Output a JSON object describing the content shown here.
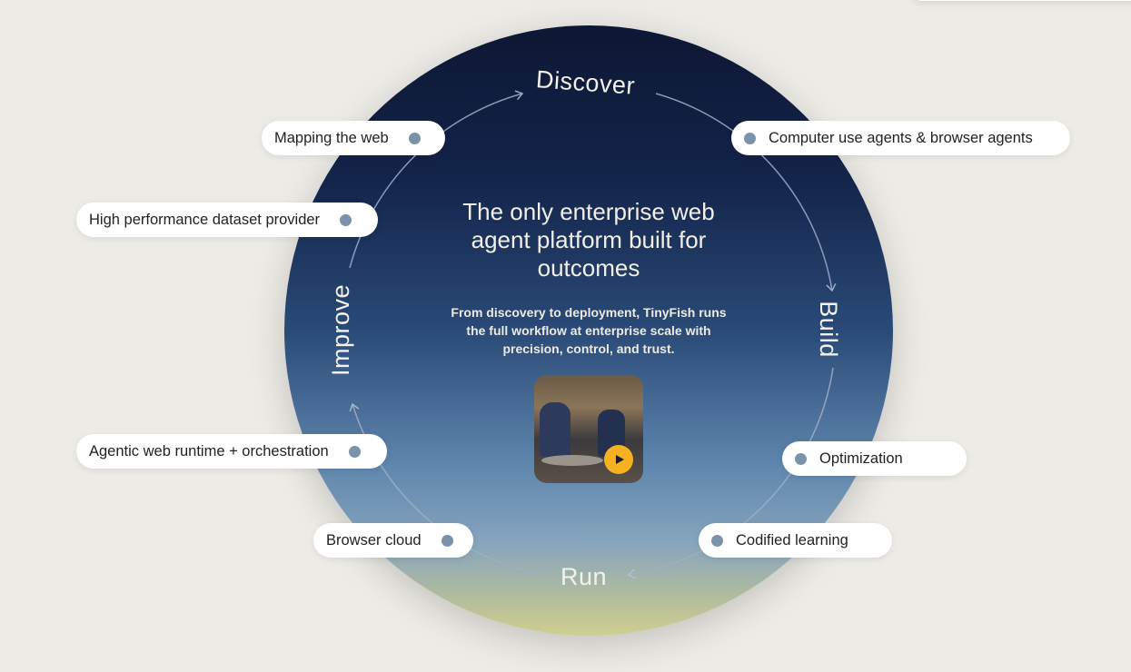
{
  "headline": "The only enterprise web agent platform built for outcomes",
  "subtext": "From discovery to deployment, TinyFish runs the full workflow at enterprise scale with precision, control, and trust.",
  "stages": {
    "discover": "Discover",
    "build": "Build",
    "run": "Run",
    "improve": "Improve"
  },
  "pills": {
    "mapping": "Mapping the web",
    "dataset": "High performance dataset provider",
    "computer_use": "Computer use agents & browser agents",
    "runtime": "Agentic web runtime + orchestration",
    "optimization": "Optimization",
    "browser_cloud": "Browser cloud",
    "codified": "Codified learning"
  },
  "colors": {
    "accent": "#f5b120",
    "dot": "#7b93a8"
  }
}
